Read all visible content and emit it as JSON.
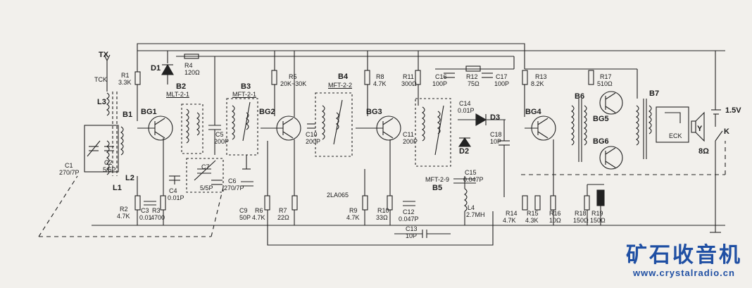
{
  "diagram": {
    "antenna": [
      "TX",
      "TCK"
    ],
    "inputs": {
      "c1": "C1",
      "c1v": "270/7P",
      "c2": "C2",
      "c2v": "5/5P",
      "l1": "L1",
      "l2": "L2",
      "l3": "L3",
      "b1": "B1"
    },
    "stage1": {
      "r1": "R1",
      "r1v": "3.3K",
      "d1": "D1",
      "r4": "R4",
      "r4v": "120Ω",
      "b2": "B2",
      "b2v": "MLT-2-1",
      "bg1": "BG1",
      "r2": "R2",
      "r2v": "4.7K",
      "c3": "C3",
      "c3v": "0.01",
      "r3": "R3",
      "r3v": "4700",
      "c4": "C4",
      "c4v": "0.01P",
      "c5": "C5",
      "c5v": "200P",
      "c6": "C6",
      "c6v": "270/7P",
      "c7": "C7",
      "c7v": "5/5P"
    },
    "stage2": {
      "b3": "B3",
      "b3v": "MFT-2-1",
      "r5": "R5",
      "r5v": "20K~30K",
      "bg2": "BG2",
      "c9": "C9",
      "c9v": "50P",
      "r6": "R6",
      "r6v": "4.7K",
      "r7": "R7",
      "r7v": "22Ω",
      "c10": "C10",
      "c10v": "200P"
    },
    "stage3": {
      "b4": "B4",
      "b4v": "MFT-2-2",
      "r8": "R8",
      "r8v": "4.7K",
      "bg3": "BG3",
      "r9": "R9",
      "r9v": "4.7K",
      "r10": "R10",
      "r10v": "33Ω",
      "c11": "C11",
      "c11v": "200P",
      "c12": "C12",
      "c12v": "0.047P",
      "d": "2LA065",
      "r11": "R11",
      "r11v": "300Ω"
    },
    "detector": {
      "c16": "C16",
      "c16v": "100P",
      "r12": "R12",
      "r12v": "75Ω",
      "c17": "C17",
      "c17v": "100P",
      "c14": "C14",
      "c14v": "0.01P",
      "d3": "D3",
      "d2": "D2",
      "c18": "C18",
      "c18v": "10P",
      "b5": "B5",
      "b5v": "MFT-2-9",
      "c15": "C15",
      "c15v": "0.047P",
      "l4": "L4",
      "l4v": "2.7MH",
      "c13": "C13",
      "c13v": "10P"
    },
    "audio": {
      "r13": "R13",
      "r13v": "8.2K",
      "bg4": "BG4",
      "b6": "B6",
      "r14": "R14",
      "r14v": "4.7K",
      "r15": "R15",
      "r15v": "4.3K",
      "r16": "R16",
      "r16v": "10Ω"
    },
    "output": {
      "r17": "R17",
      "r17v": "510Ω",
      "bg5": "BG5",
      "bg6": "BG6",
      "b7": "B7",
      "r18": "R18",
      "r18v": "150Ω",
      "r19": "R19",
      "r19v": "150Ω",
      "eck": "ECK",
      "y": "Y",
      "spk": "8Ω",
      "batt": "1.5V",
      "k": "K"
    }
  },
  "watermark": {
    "title": "矿石收音机",
    "url": "www.crystalradio.cn"
  }
}
